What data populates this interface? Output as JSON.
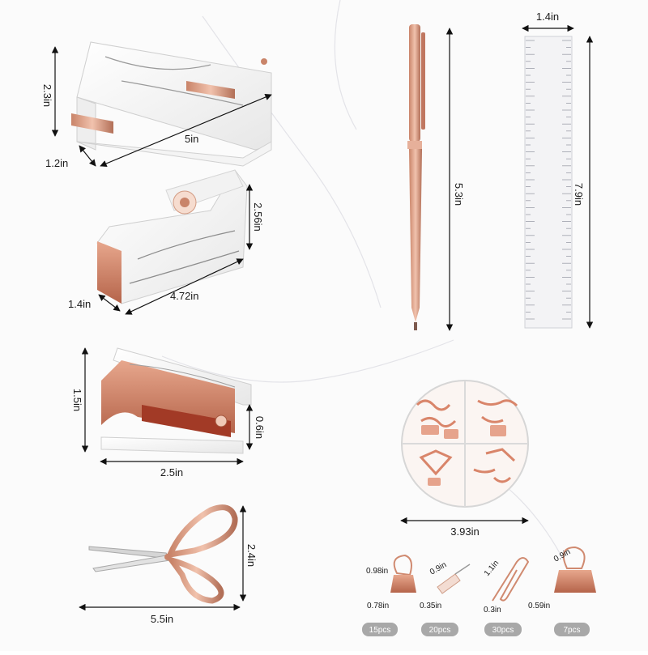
{
  "stapler": {
    "height": "2.3in",
    "length": "5in",
    "width": "1.2in"
  },
  "tape_dispenser": {
    "height": "2.56in",
    "length": "4.72in",
    "width": "1.4in"
  },
  "staple_remover": {
    "height": "1.5in",
    "depth": "0.6in",
    "length": "2.5in"
  },
  "scissors": {
    "height": "2.4in",
    "length": "5.5in"
  },
  "pen": {
    "length": "5.3in"
  },
  "ruler": {
    "width": "1.4in",
    "length": "7.9in"
  },
  "clip_case": {
    "diameter": "3.93in"
  },
  "accessories": {
    "binder_clip_small": {
      "width": "0.98in",
      "height": "0.78in",
      "quantity": "15pcs"
    },
    "push_pin": {
      "length": "0.9in",
      "head": "0.35in",
      "quantity": "20pcs"
    },
    "paper_clip": {
      "length": "1.1in",
      "width": "0.3in",
      "quantity": "30pcs"
    },
    "binder_clip_large": {
      "width": "0.9in",
      "height": "0.59in",
      "quantity": "7pcs"
    }
  },
  "colors": {
    "rose_gold": "#d4907a",
    "marble_white": "#f4f4f4",
    "pill_gray": "#a8a8a8"
  }
}
